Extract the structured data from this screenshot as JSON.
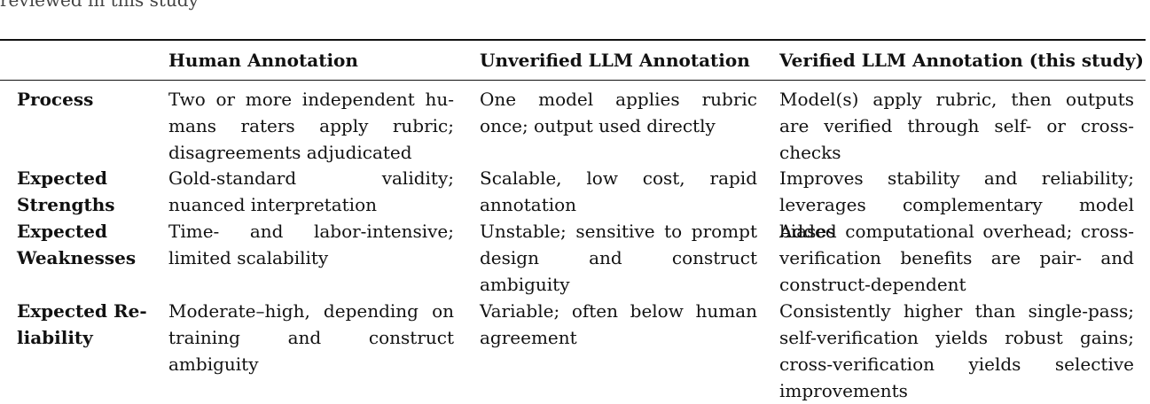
{
  "table": {
    "caption_fragment": "reviewed in this study",
    "columns": [
      "",
      "Human Annotation",
      "Unverified LLM Annotation",
      "Verified LLM Annotation (this study)"
    ],
    "rows": [
      {
        "label": "Process",
        "cells": [
          "Two or more independent hu­mans raters apply rubric; disagree­ments adjudicated",
          "One model applies rubric once; output used directly",
          "Model(s) apply rubric, then outputs are verified through self- or cross-checks"
        ]
      },
      {
        "label": "Expected Strengths",
        "cells": [
          "Gold-standard validity; nuanced interpretation",
          "Scalable, low cost, rapid annota­tion",
          "Improves stability and reliability; lever­ages complementary model biases"
        ]
      },
      {
        "label": "Expected Weaknesses",
        "cells": [
          "Time- and labor-intensive; limited scalability",
          "Unstable; sensitive to prompt de­sign and construct ambiguity",
          "Added computational overhead; cross-verification benefits are pair- and construct-dependent"
        ]
      },
      {
        "label": "Expected Re­liability",
        "cells": [
          "Moderate–high, depending on training and construct ambiguity",
          "Variable; often below human agreement",
          "Consistently higher than single-pass; self-verification yields robust gains; cross-verification yields selective improvements"
        ]
      }
    ]
  }
}
